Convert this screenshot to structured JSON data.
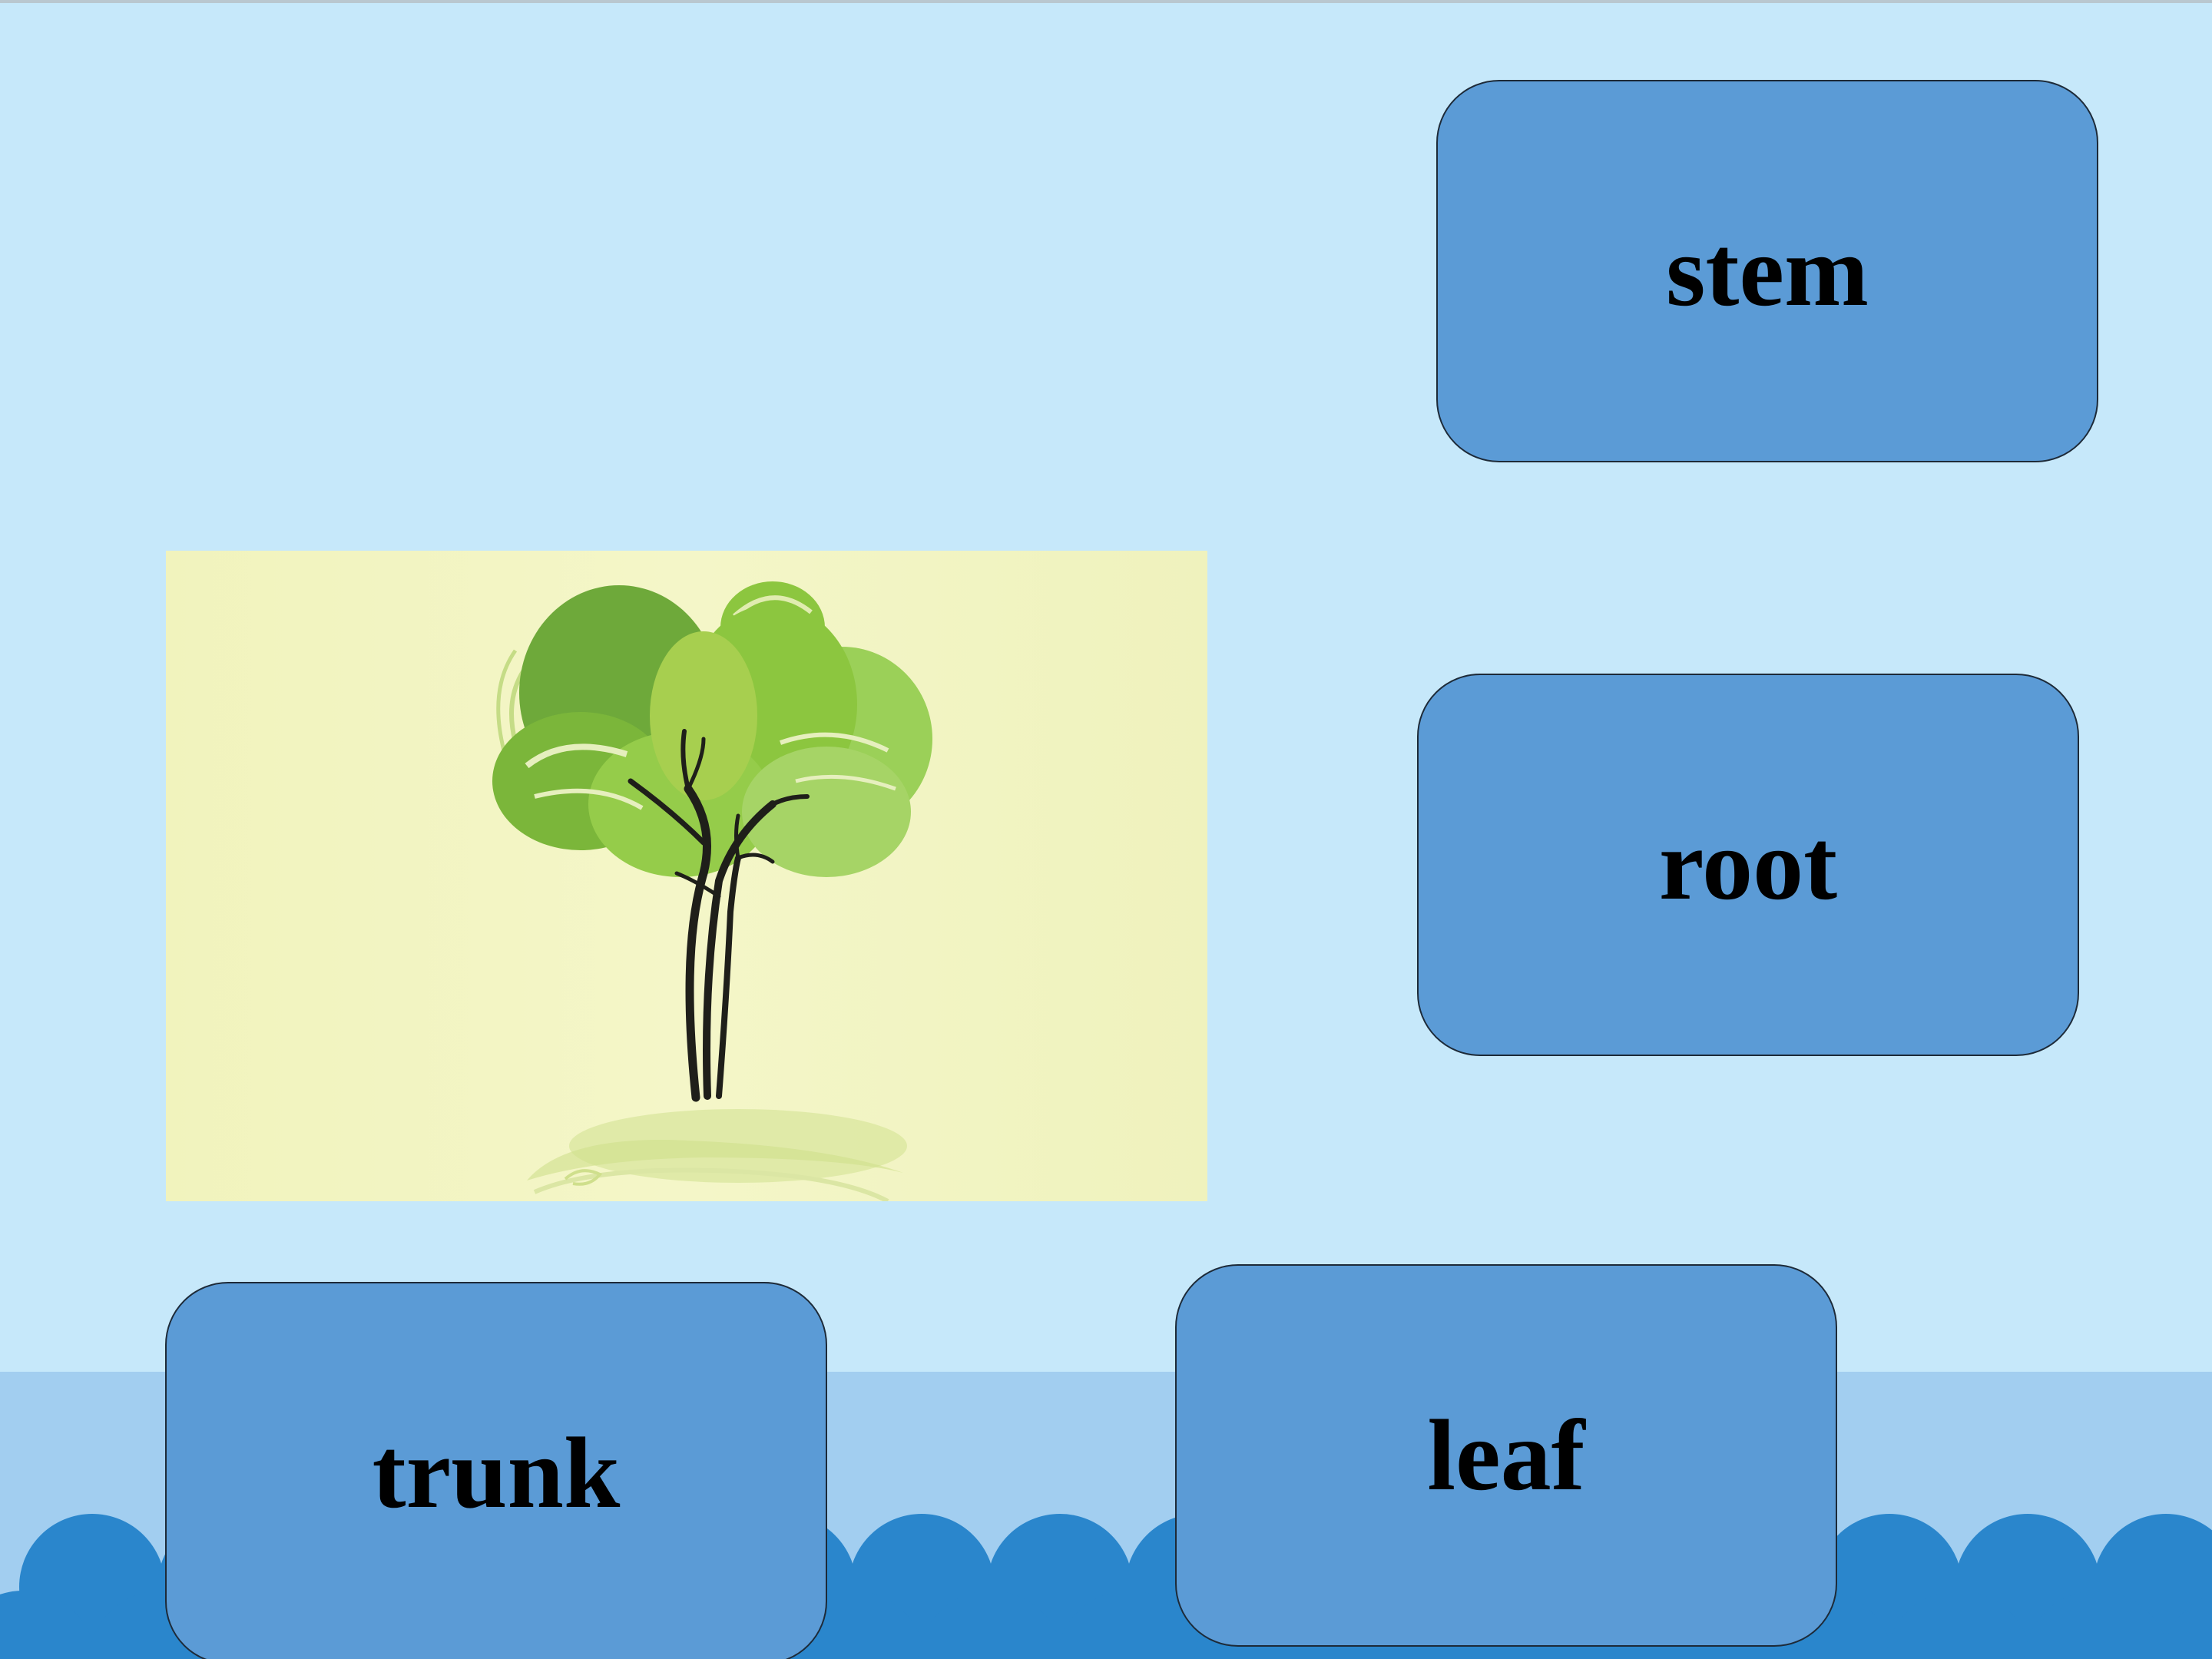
{
  "cards": {
    "stem": "stem",
    "root": "root",
    "trunk": "trunk",
    "leaf": "leaf"
  },
  "picture": {
    "icon": "tree-illustration"
  },
  "colors": {
    "background": "#c6e8fa",
    "card_fill": "#5b9bd6",
    "wave_light": "#a2cef0",
    "wave_dark": "#2a86cc",
    "picture_bg": "#f3f5c4"
  }
}
